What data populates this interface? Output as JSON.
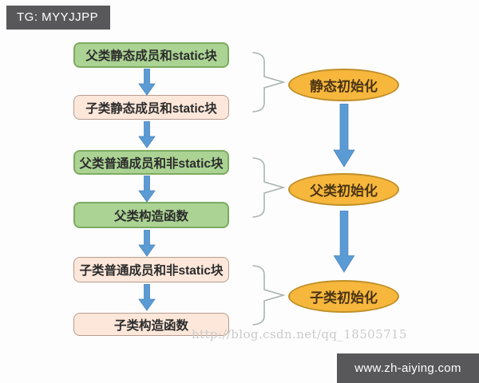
{
  "banners": {
    "top": "TG: MYYJJPP",
    "bottom": "www.zh-aiying.com"
  },
  "flow": {
    "boxes": [
      {
        "label": "父类静态成员和static块",
        "variant": "green"
      },
      {
        "label": "子类静态成员和static块",
        "variant": "peach"
      },
      {
        "label": "父类普通成员和非static块",
        "variant": "green"
      },
      {
        "label": "父类构造函数",
        "variant": "green"
      },
      {
        "label": "子类普通成员和非static块",
        "variant": "peach"
      },
      {
        "label": "子类构造函数",
        "variant": "peach"
      }
    ],
    "stages": [
      {
        "label": "静态初始化"
      },
      {
        "label": "父类初始化"
      },
      {
        "label": "子类初始化"
      }
    ]
  },
  "watermark": "http://blog.csdn.net/qq_18505715",
  "icons": {
    "small_arrows": "down-arrow",
    "big_arrows": "down-arrow",
    "braces": "right-curly-brace"
  },
  "colors": {
    "banner_bg": "#58585a",
    "green_fill": "#abd394",
    "green_border": "#7dab60",
    "peach_fill": "#fce7da",
    "peach_border": "#b69c8e",
    "ellipse_fill": "#f6b73c",
    "ellipse_border": "#c08f28",
    "arrow_blue": "#5b9bd5",
    "brace_gray": "#aab5ae",
    "watermark_gray": "#cbcbcb"
  }
}
